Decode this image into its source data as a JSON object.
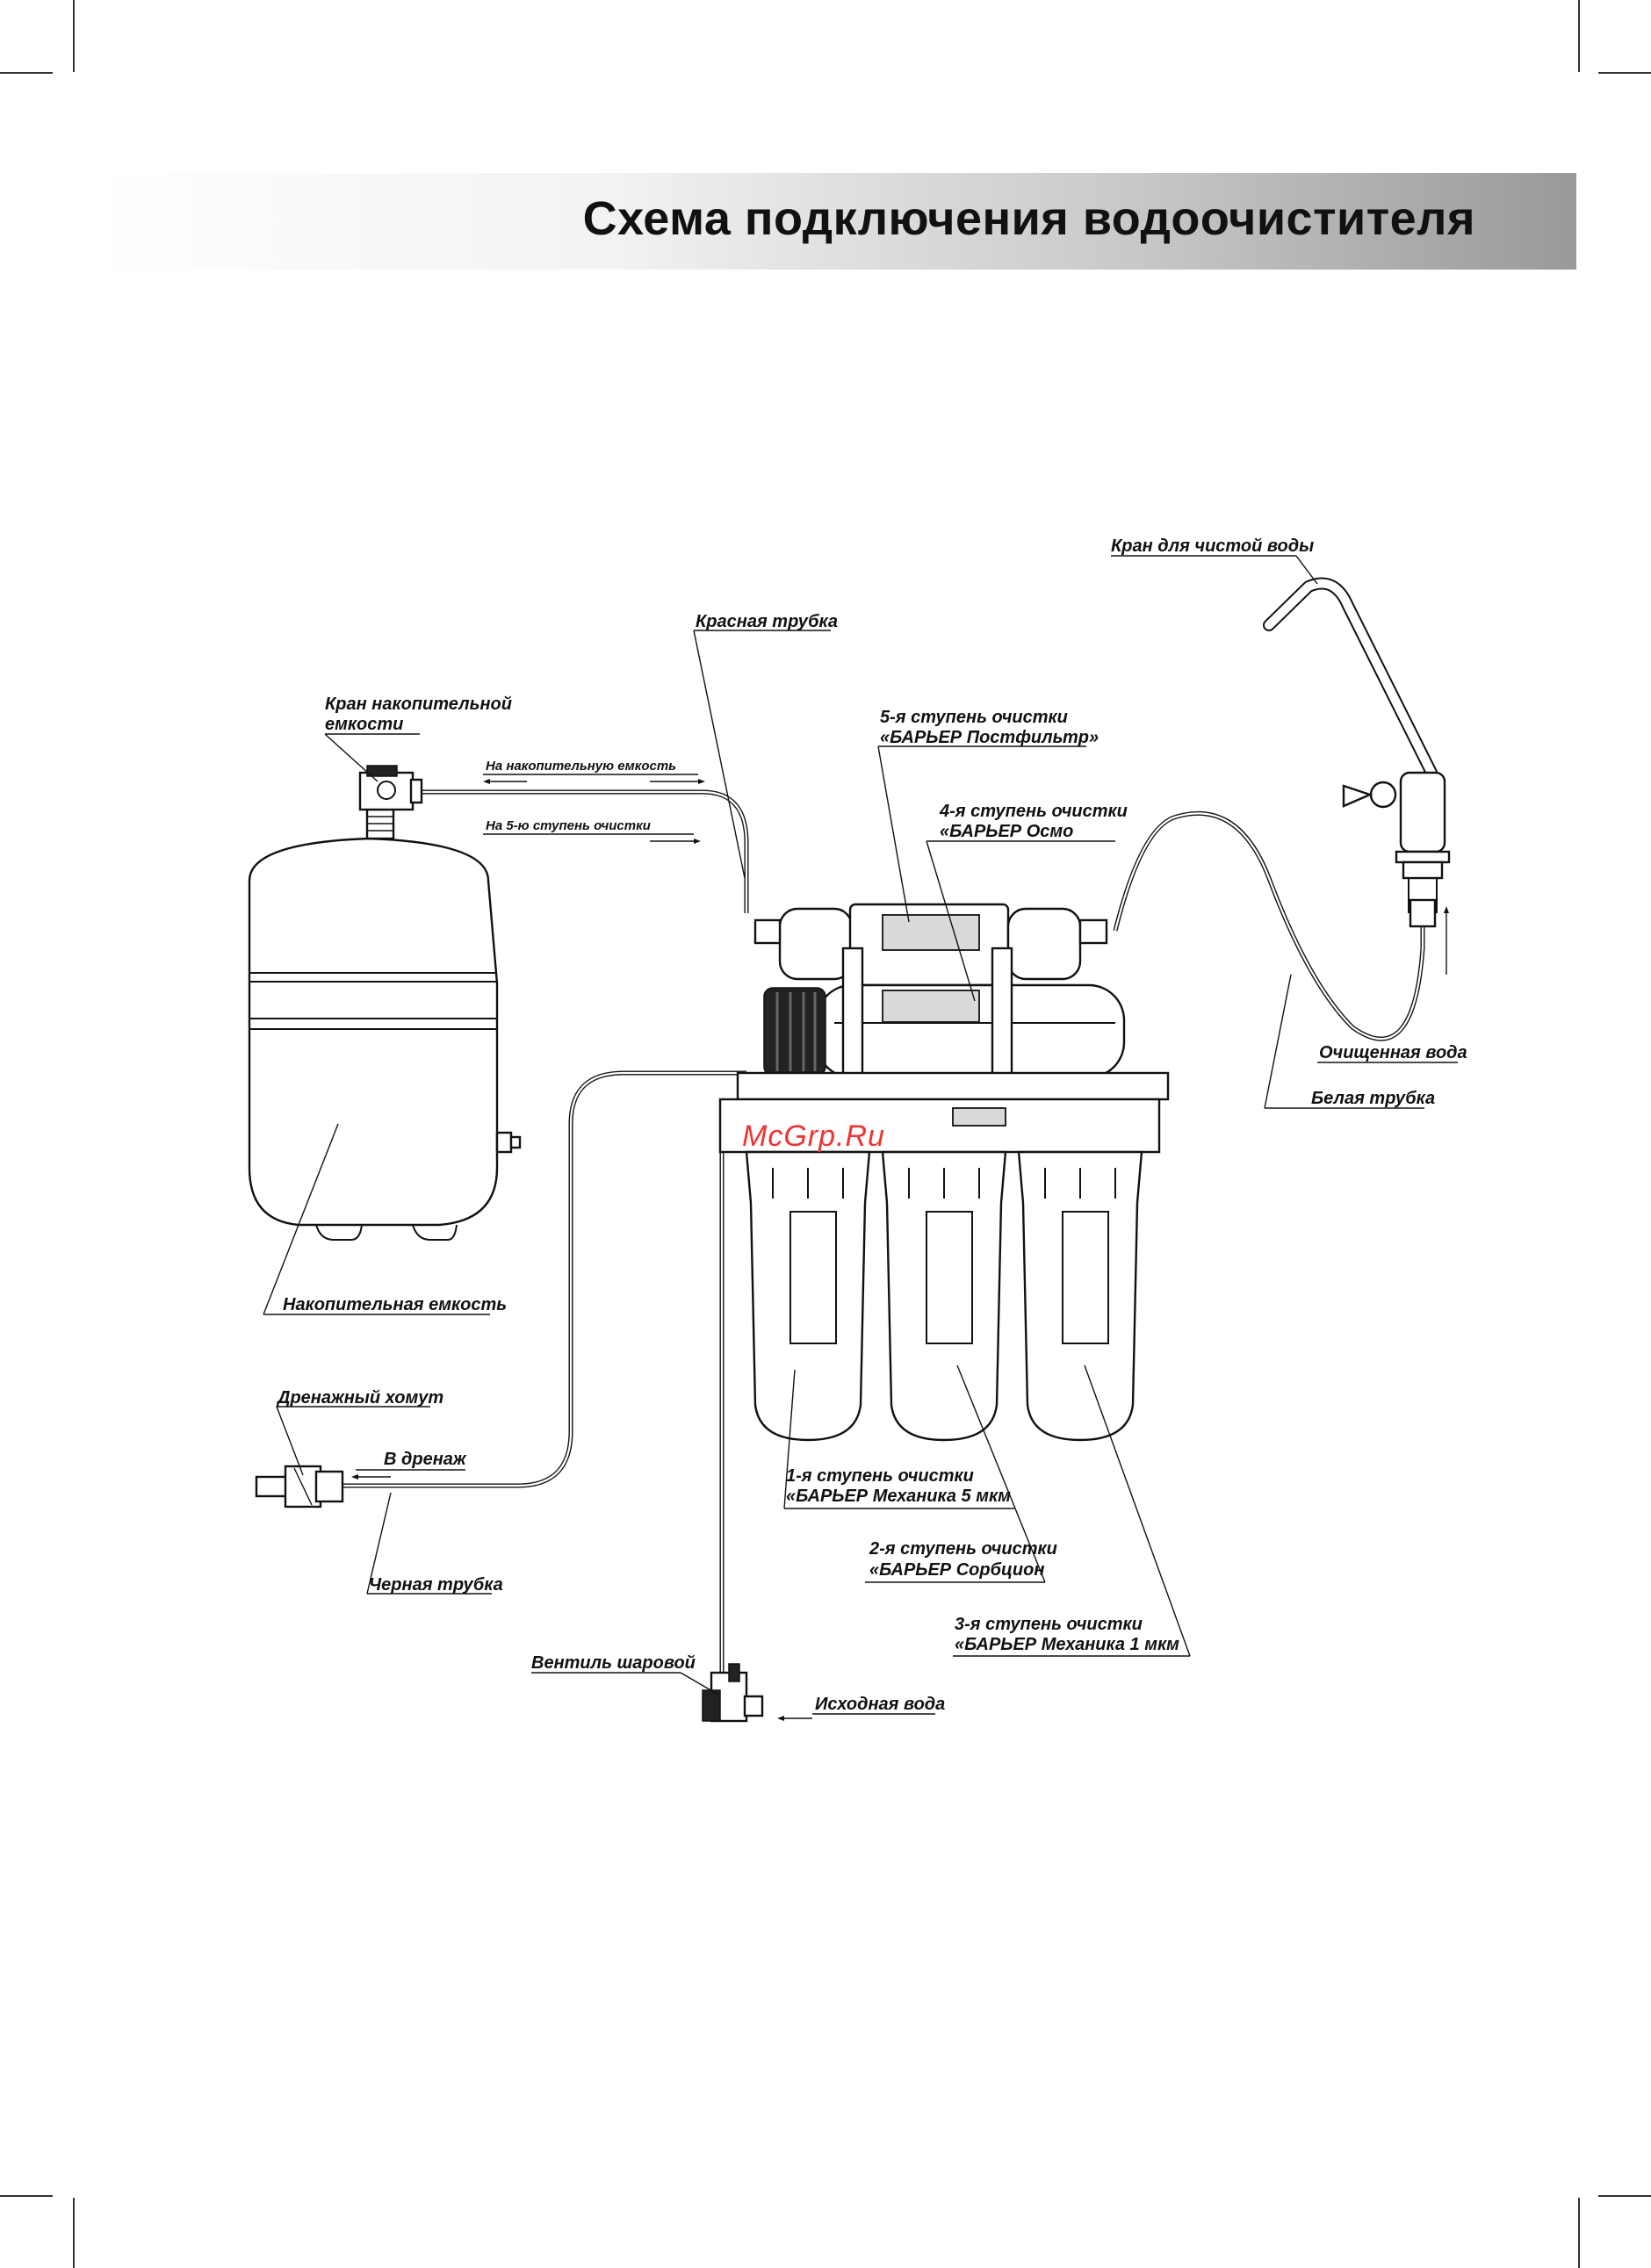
{
  "page": {
    "title": "Схема подключения водоочистителя"
  },
  "labels": {
    "clean_tap": "Кран для чистой воды",
    "red_tube": "Красная трубка",
    "tank_valve_line1": "Кран накопительной",
    "tank_valve_line2": "емкости",
    "to_tank": "На накопительную емкость",
    "to_stage5": "На 5-ю ступень очистки",
    "stage5_line1": "5-я ступень очистки",
    "stage5_line2": "«БАРЬЕР Постфильтр»",
    "stage4_line1": "4-я ступень очистки",
    "stage4_line2": "«БАРЬЕР Осмо",
    "purified_water": "Очищенная вода",
    "white_tube": "Белая трубка",
    "storage_tank": "Накопительная емкость",
    "drain_clamp": "Дренажный хомут",
    "to_drain": "В дренаж",
    "black_tube": "Черная трубка",
    "stage1_line1": "1-я ступень очистки",
    "stage1_line2": "«БАРЬЕР Механика 5 мкм",
    "stage2_line1": "2-я ступень очистки",
    "stage2_line2": "«БАРЬЕР Сорбцион",
    "stage3_line1": "3-я ступень очистки",
    "stage3_line2": "«БАРЬЕР Механика 1 мкм",
    "ball_valve": "Вентиль шаровой",
    "source_water": "Исходная вода"
  },
  "watermark": "McGrp.Ru"
}
